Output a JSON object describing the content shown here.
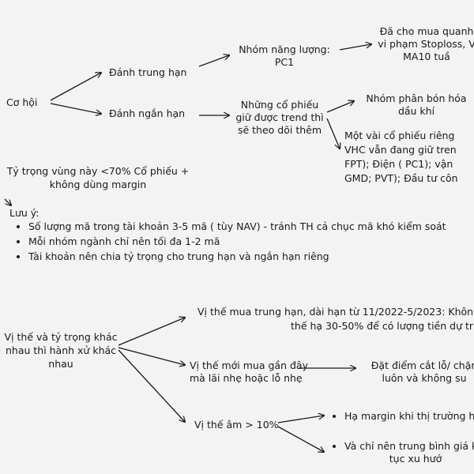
{
  "top": {
    "root": "Cơ hội",
    "mid_term": "Đánh trung hạn",
    "short_term": "Đánh ngắn hạn",
    "energy_group": [
      "Nhóm năng lượng:",
      "PC1"
    ],
    "trend_stocks": [
      "Những cổ phiếu",
      "giữ được trend thì",
      "sẽ theo dõi thêm"
    ],
    "mid_term_note": [
      "Đã cho mua quanh",
      "vi phạm Stoploss, V",
      "MA10 tuầ"
    ],
    "fertilizer": [
      "Nhóm phân bón hóa",
      "dầu khí"
    ],
    "individual": [
      "Một vài cổ phiếu riêng",
      "VHC vẫn đang giữ tren",
      "FPT); Điện ( PC1); vận",
      "GMD; PVT); Đầu tư côn"
    ],
    "allocation": [
      "Tỷ trọng vùng này <70% Cổ phiếu +",
      "không dùng margin"
    ]
  },
  "notes": {
    "title": "Lưu ý:",
    "items": [
      "Số lượng mã trong tài khoản 3-5 mã ( tùy NAV) - tránh TH cả chục mã khó kiểm soát",
      "Mỗi nhóm ngành chỉ nên tối đa 1-2 mã",
      "Tài khoản nên chia tỷ trọng cho trung hạn và ngắn hạn riêng"
    ]
  },
  "bottom": {
    "root": [
      "Vị thế và tỷ trọng khác",
      "nhau thì hành xử khác",
      "nhau"
    ],
    "mid_long": [
      "Vị thế mua trung hạn, dài hạn từ 11/2022-5/2023: Khôn",
      "thế hạ 30-50% để có lượng tiền dự trữ"
    ],
    "new_position": [
      "Vị thế mới mua gần đây",
      "mà lãi nhẹ hoặc lỗ nhẹ"
    ],
    "stoploss": [
      "Đặt điểm cắt lỗ/ chặn",
      "luôn và không su"
    ],
    "negative": "Vị thế âm > 10%",
    "margin_cut": "Hạ margin khi thị trường h",
    "average_down": [
      "Và chỉ nên trung bình giá k",
      "tục xu hướ"
    ]
  }
}
